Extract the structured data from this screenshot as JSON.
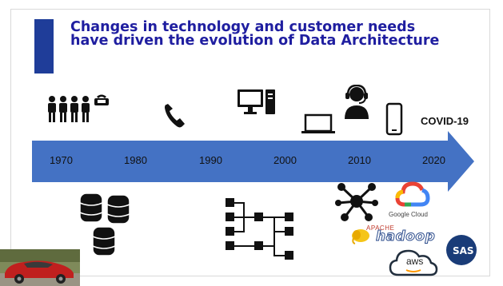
{
  "slide": {
    "title": "Changes in technology and customer needs have driven the evolution of Data Architecture",
    "accent_color": "#1f3d99",
    "title_color": "#1f1ea0",
    "arrow_color": "#4472c4"
  },
  "timeline": {
    "years": [
      "1970",
      "1980",
      "1990",
      "2000",
      "2010",
      "2020"
    ],
    "event_label": "COVID-19"
  },
  "icons": {
    "telephone_operators": "telephone-operators-icon",
    "phone": "phone-handset-icon",
    "desktop": "desktop-computer-icon",
    "laptop": "laptop-icon",
    "call_center_agent": "headset-agent-icon",
    "smartphone": "smartphone-icon",
    "database": "database-stack-icon",
    "hierarchy": "hierarchy-diagram-icon",
    "network": "network-hub-icon"
  },
  "logos": {
    "google_cloud": "Google Cloud",
    "apache": "APACHE",
    "hadoop": "hadoop",
    "aws": "aws",
    "sas": "SAS"
  }
}
